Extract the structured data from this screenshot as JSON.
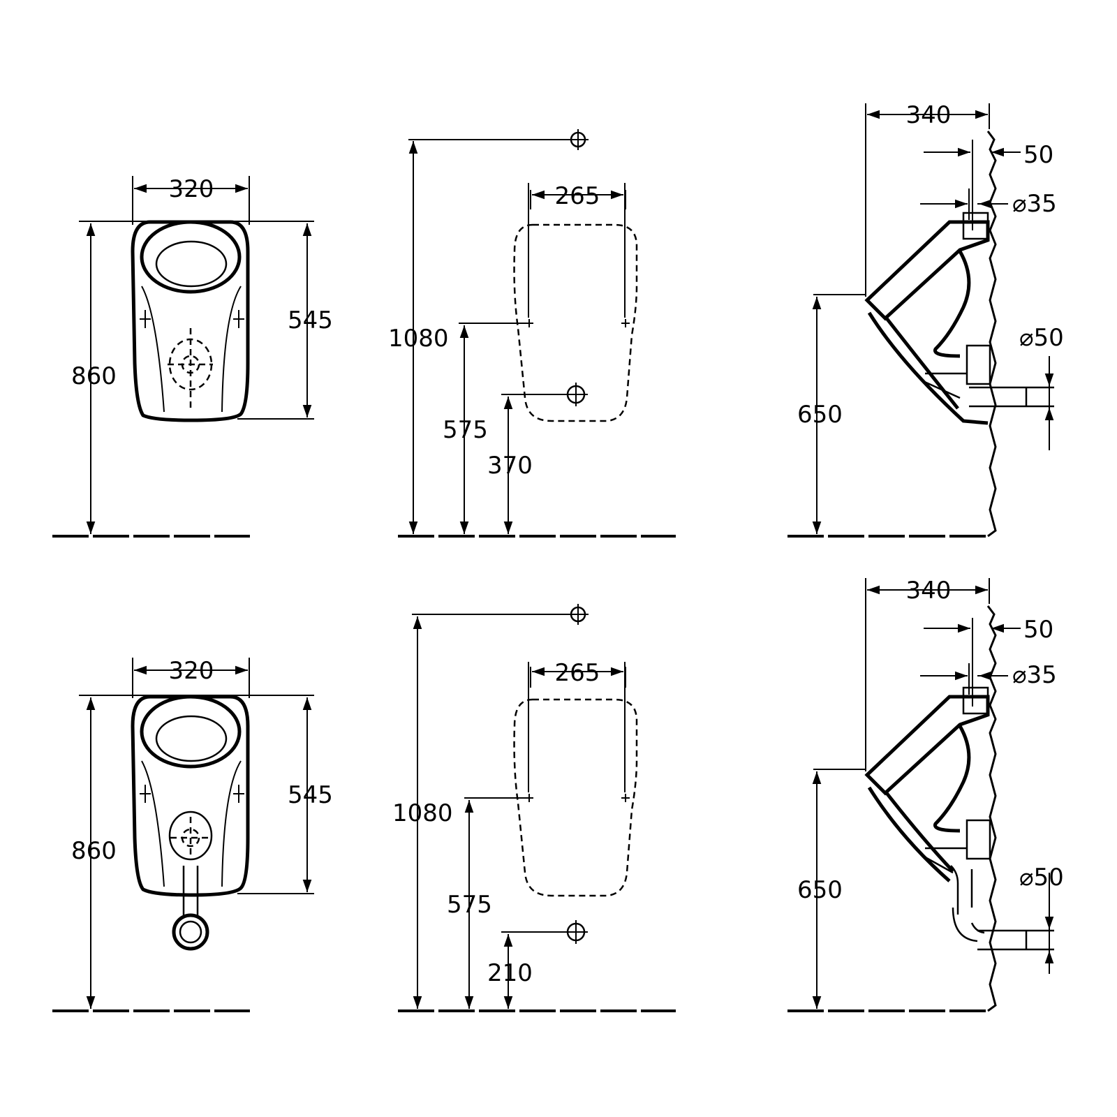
{
  "row1": {
    "front": {
      "width": "320",
      "total_height": "860",
      "bowl_height": "545"
    },
    "install": {
      "supply_height": "1080",
      "width": "265",
      "fixing_height": "575",
      "outlet_height": "370"
    },
    "side": {
      "depth": "340",
      "wall_offset": "50",
      "inlet_diameter": "⌀35",
      "rim_height": "650",
      "outlet_diameter": "⌀50"
    }
  },
  "row2": {
    "front": {
      "width": "320",
      "total_height": "860",
      "bowl_height": "545"
    },
    "install": {
      "supply_height": "1080",
      "width": "265",
      "fixing_height": "575",
      "outlet_height": "210"
    },
    "side": {
      "depth": "340",
      "wall_offset": "50",
      "inlet_diameter": "⌀35",
      "rim_height": "650",
      "outlet_diameter": "⌀50"
    }
  },
  "icons": [
    "arrowhead",
    "crosshair-symbol",
    "fixing-point-symbol"
  ]
}
